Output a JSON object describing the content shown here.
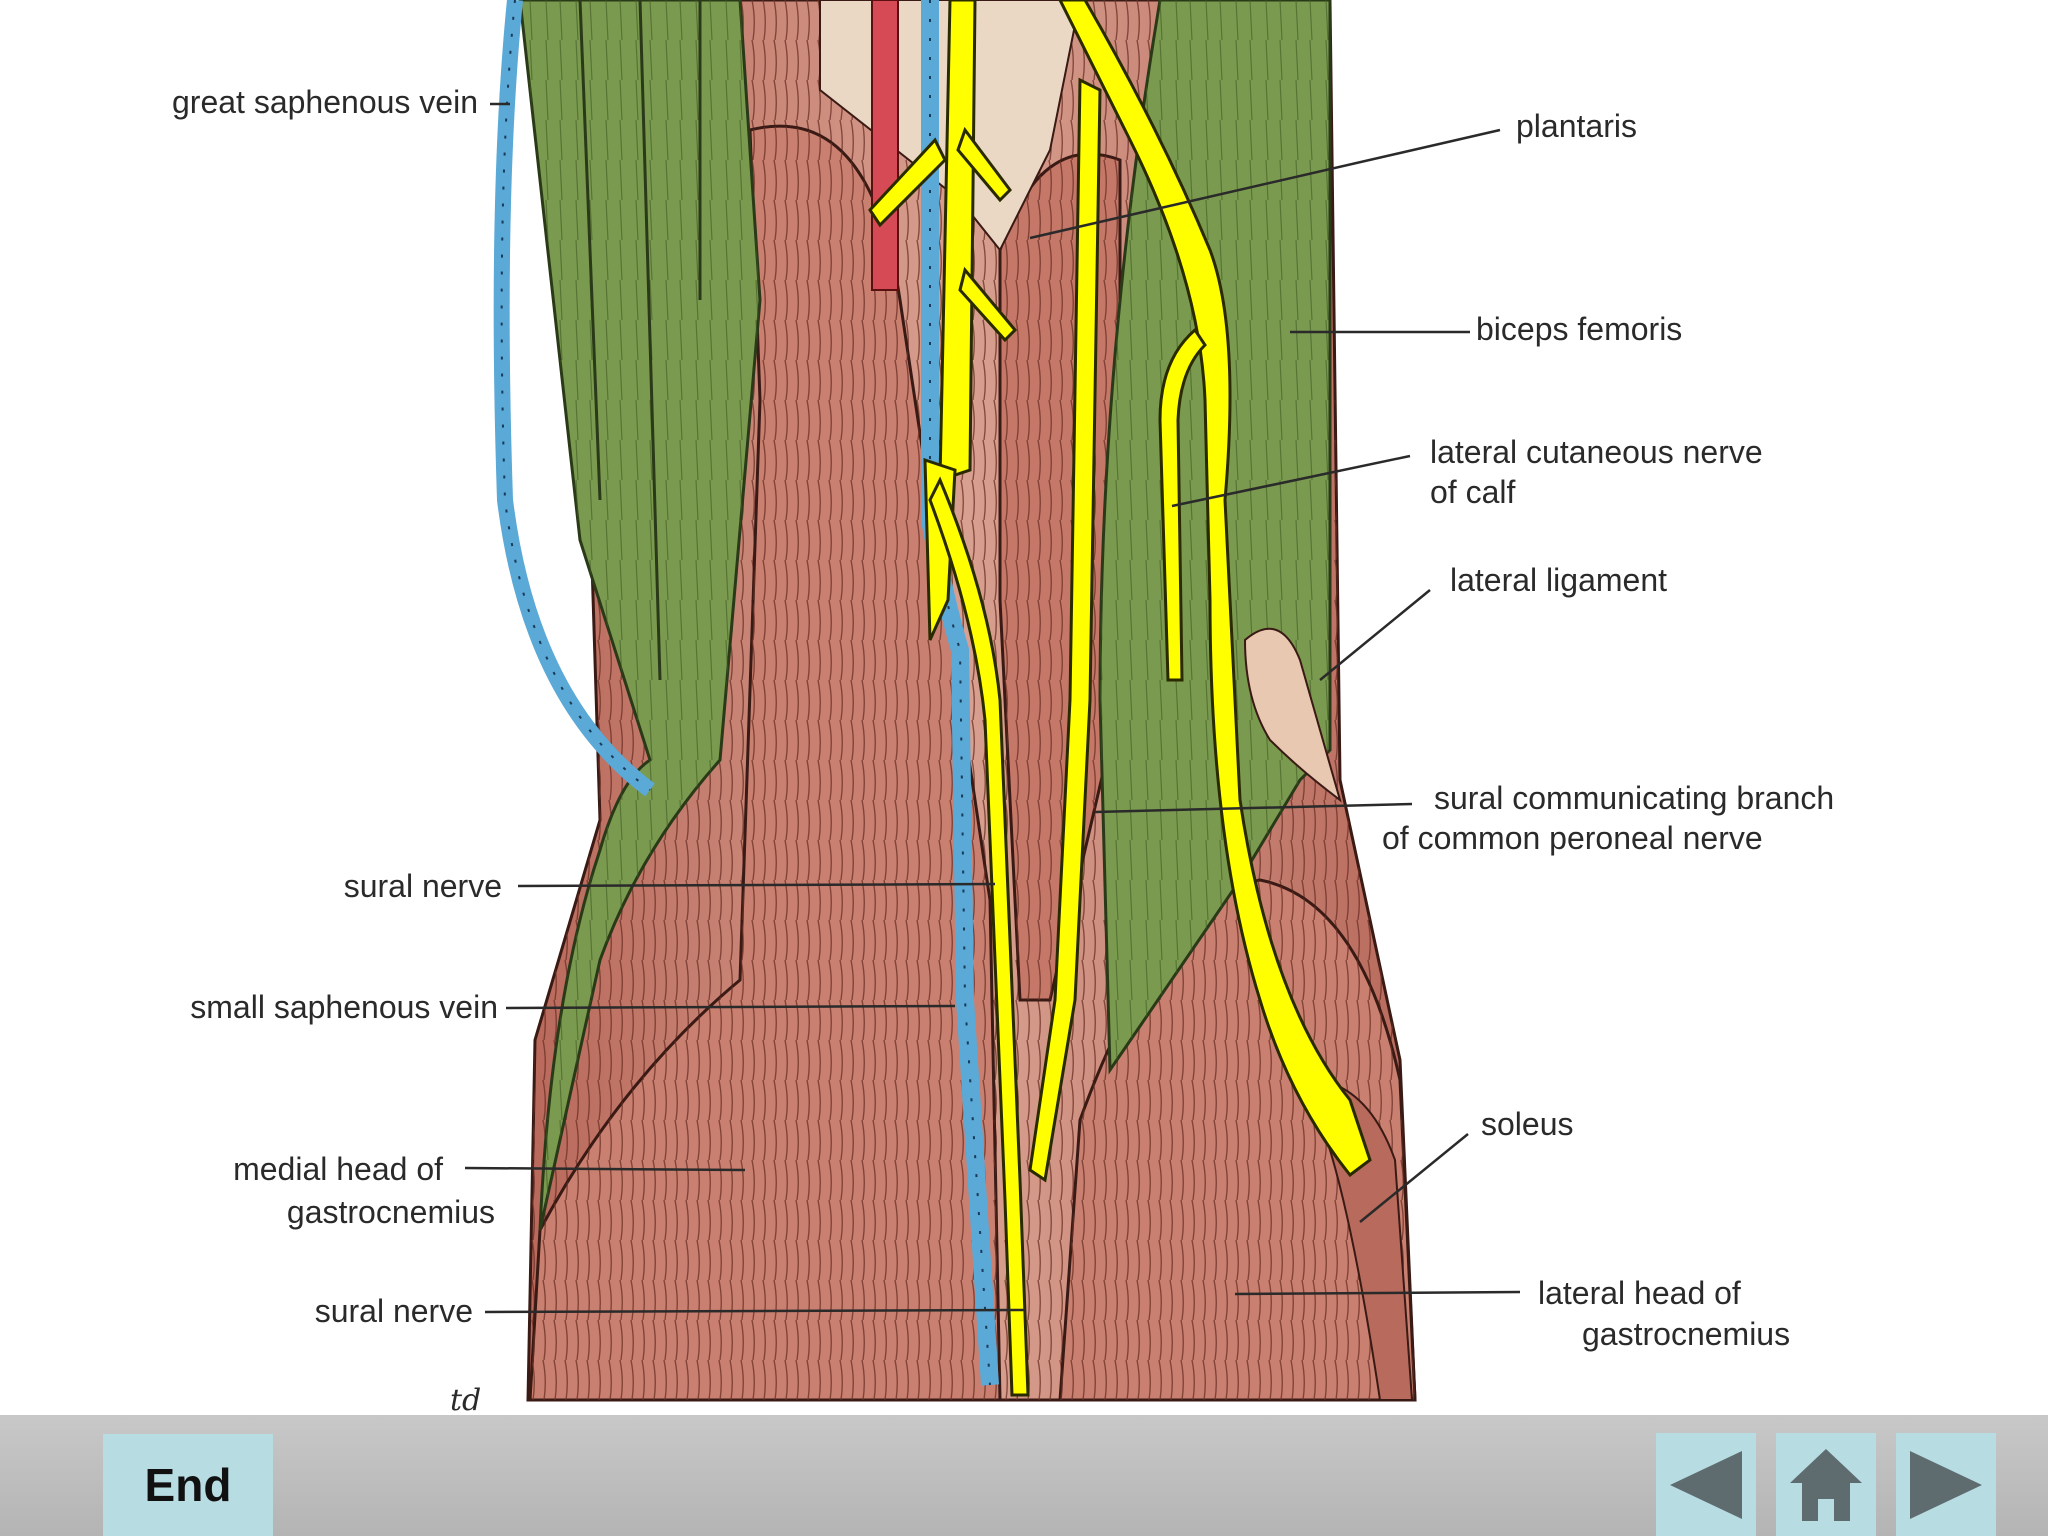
{
  "labels": {
    "great_saphenous_vein": "great saphenous vein",
    "plantaris": "plantaris",
    "biceps_femoris": "biceps femoris",
    "lateral_cutaneous_nerve_line1": "lateral cutaneous nerve",
    "lateral_cutaneous_nerve_line2": "of calf",
    "lateral_ligament": "lateral ligament",
    "sural_communicating_line1": "sural communicating branch",
    "sural_communicating_line2": "of common peroneal nerve",
    "sural_nerve_upper": "sural nerve",
    "small_saphenous_vein": "small saphenous vein",
    "medial_head_line1": "medial head of",
    "medial_head_line2": "gastrocnemius",
    "sural_nerve_lower": "sural nerve",
    "soleus": "soleus",
    "lateral_head_line1": "lateral head of",
    "lateral_head_line2": "gastrocnemius",
    "signature": "td"
  },
  "nav": {
    "end_label": "End",
    "prev_icon": "triangle-left-icon",
    "home_icon": "home-icon",
    "next_icon": "triangle-right-icon"
  },
  "colors": {
    "muscle": "#c17a6a",
    "tendon_green": "#7a9a4f",
    "nerve_yellow": "#ffff00",
    "vein_blue": "#5aa9d6",
    "artery_red": "#d64a55",
    "nav_bar": "#bcbcbc",
    "nav_button": "#b7dde3"
  }
}
